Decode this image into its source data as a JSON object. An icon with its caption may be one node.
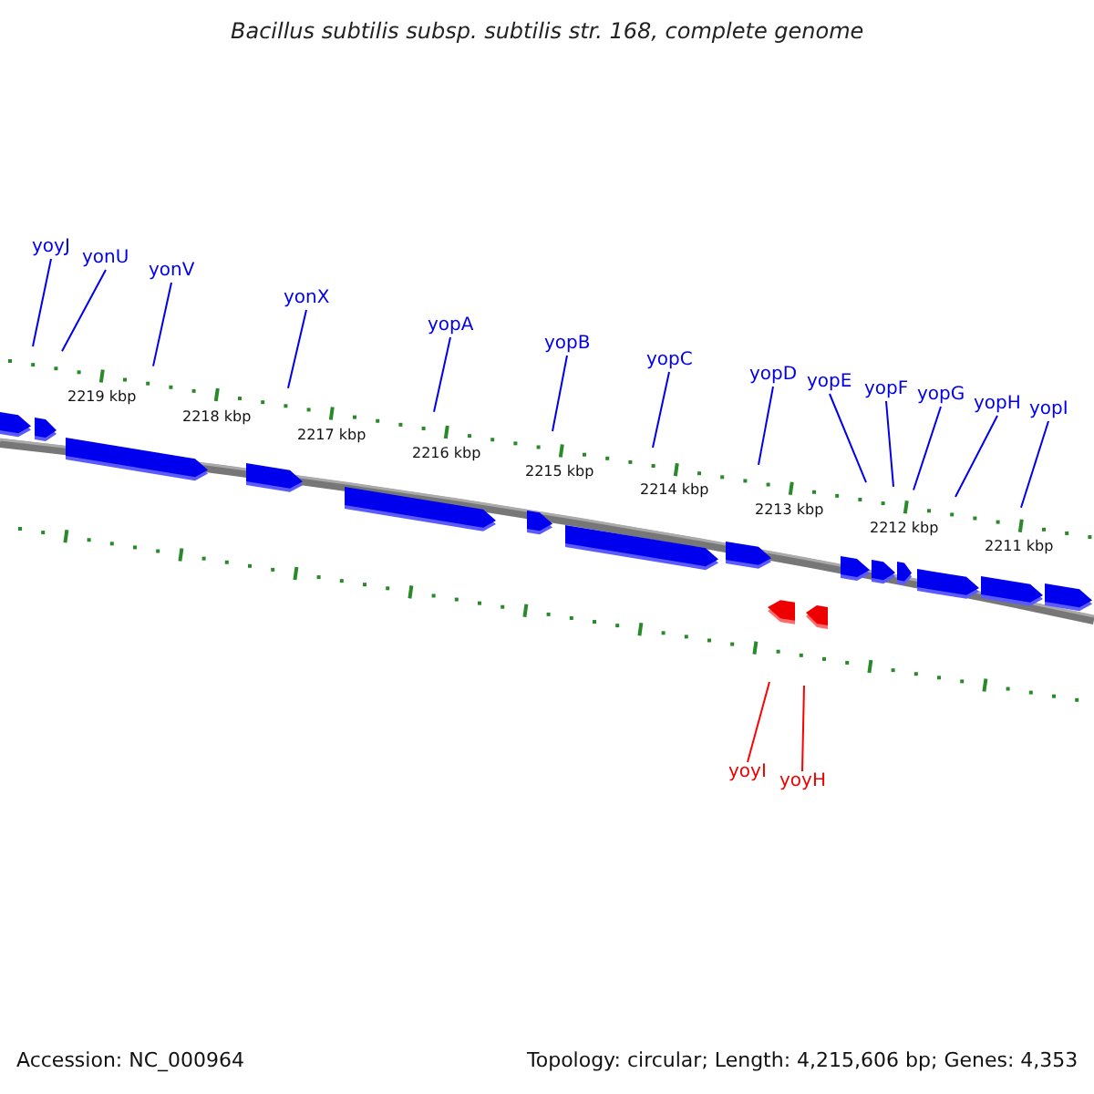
{
  "diagram": {
    "title": "Bacillus subtilis subsp. subtilis str. 168, complete genome",
    "nodes": [
      {
        "text": [
          "yoyJ"
        ]
      },
      {
        "text": [
          "yonU"
        ]
      },
      {
        "text": [
          "yonV"
        ]
      },
      {
        "text": [
          "yonX"
        ]
      },
      {
        "text": [
          "yopA"
        ]
      },
      {
        "text": [
          "yopB"
        ]
      },
      {
        "text": [
          "yopC"
        ]
      },
      {
        "text": [
          "yopD"
        ]
      },
      {
        "text": [
          "yopE"
        ]
      },
      {
        "text": [
          "yopF"
        ]
      },
      {
        "text": [
          "yopG"
        ]
      },
      {
        "text": [
          "yopH"
        ]
      },
      {
        "text": [
          "yopI"
        ]
      },
      {
        "text": [
          "yoyI"
        ]
      },
      {
        "text": [
          "yoyH"
        ]
      }
    ],
    "edges": [
      {
        "from": 0,
        "to": null,
        "arrow": "none"
      },
      {
        "from": 1,
        "to": null,
        "arrow": "none"
      },
      {
        "from": 2,
        "to": null,
        "arrow": "none"
      },
      {
        "from": 3,
        "to": null,
        "arrow": "none"
      },
      {
        "from": 4,
        "to": null,
        "arrow": "none"
      },
      {
        "from": 5,
        "to": null,
        "arrow": "none"
      },
      {
        "from": 6,
        "to": null,
        "arrow": "none"
      },
      {
        "from": 7,
        "to": null,
        "arrow": "none"
      },
      {
        "from": 8,
        "to": null,
        "arrow": "none"
      },
      {
        "from": 9,
        "to": null,
        "arrow": "none"
      },
      {
        "from": 10,
        "to": null,
        "arrow": "none"
      },
      {
        "from": 11,
        "to": null,
        "arrow": "none"
      },
      {
        "from": 12,
        "to": null,
        "arrow": "none"
      },
      {
        "from": 13,
        "to": null,
        "arrow": "none",
        "color": "#ff0000"
      },
      {
        "from": 14,
        "to": null,
        "arrow": "none",
        "color": "#ff0000"
      }
    ],
    "labels": [
      "2219 kbp",
      "2218 kbp",
      "2217 kbp",
      "2216 kbp",
      "2215 kbp",
      "2214 kbp",
      "2213 kbp",
      "2212 kbp",
      "2211 kbp",
      "Accession: NC_000964",
      "Topology: circular; Length: 4,215,606 bp; Genes: 4,353"
    ]
  }
}
